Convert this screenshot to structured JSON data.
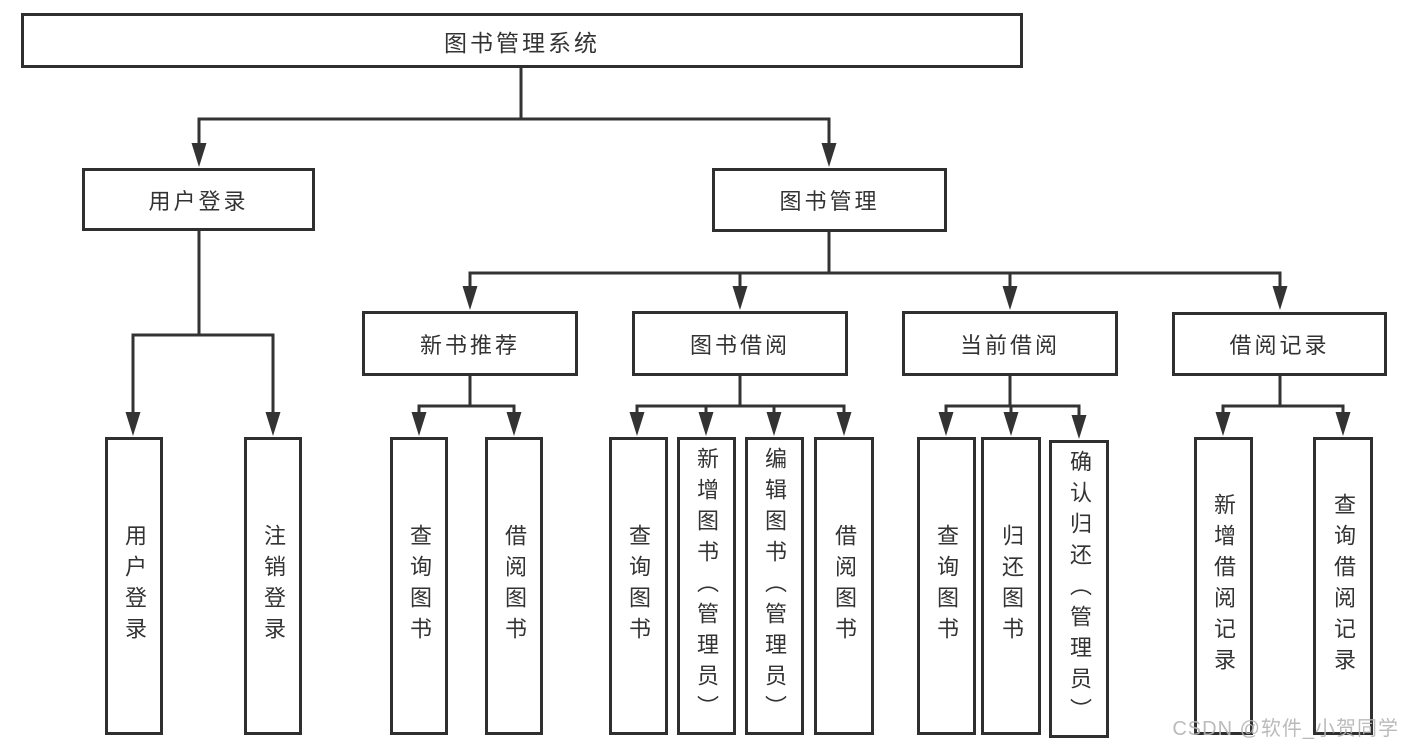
{
  "diagram_title": "图书管理系统",
  "nodes": {
    "root": "图书管理系统",
    "user_login": "用户登录",
    "book_mgmt": "图书管理",
    "new_book_rec": "新书推荐",
    "book_borrow": "图书借阅",
    "current_borrow": "当前借阅",
    "borrow_records": "借阅记录",
    "ul_login": "用户登录",
    "ul_logout": "注销登录",
    "nb_query": "查询图书",
    "nb_borrow": "借阅图书",
    "bb_query": "查询图书",
    "bb_add": "新增图书（管理员）",
    "bb_edit": "编辑图书（管理员）",
    "bb_borrow": "借阅图书",
    "cb_query": "查询图书",
    "cb_return": "归还图书",
    "cb_confirm": "确认归还（管理员）",
    "br_add": "新增借阅记录",
    "br_query": "查询借阅记录"
  },
  "hierarchy": {
    "图书管理系统": {
      "用户登录": [
        "用户登录",
        "注销登录"
      ],
      "图书管理": {
        "新书推荐": [
          "查询图书",
          "借阅图书"
        ],
        "图书借阅": [
          "查询图书",
          "新增图书（管理员）",
          "编辑图书（管理员）",
          "借阅图书"
        ],
        "当前借阅": [
          "查询图书",
          "归还图书",
          "确认归还（管理员）"
        ],
        "借阅记录": [
          "新增借阅记录",
          "查询借阅记录"
        ]
      }
    }
  },
  "watermark": {
    "text": "CSDN @软件_小贺同学"
  },
  "colors": {
    "background": "#ffffff",
    "line": "#333333",
    "box_border": "#2f2f2f",
    "text": "#333333",
    "watermark": "#b4b4b4"
  }
}
